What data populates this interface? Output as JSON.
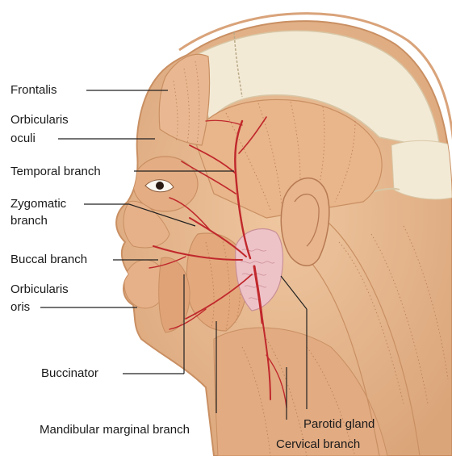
{
  "labels": {
    "frontalis": "Frontalis",
    "orbicularis_oculi_1": "Orbicularis",
    "orbicularis_oculi_2": "oculi",
    "temporal_branch": "Temporal branch",
    "zygomatic_branch_1": "Zygomatic",
    "zygomatic_branch_2": "branch",
    "buccal_branch": "Buccal branch",
    "orbicularis_oris_1": "Orbicularis",
    "orbicularis_oris_2": "oris",
    "buccinator": "Buccinator",
    "mandibular_marginal_branch": "Mandibular marginal branch",
    "parotid_gland": "Parotid gland",
    "cervical_branch": "Cervical branch"
  },
  "colors": {
    "muscle": "#e7b88f",
    "muscle_dark": "#c98f62",
    "skin_outline": "#d9a37a",
    "nerve": "#c0282c",
    "parotid": "#eec3c8",
    "bone": "#f3ead6",
    "leader": "#222222"
  }
}
